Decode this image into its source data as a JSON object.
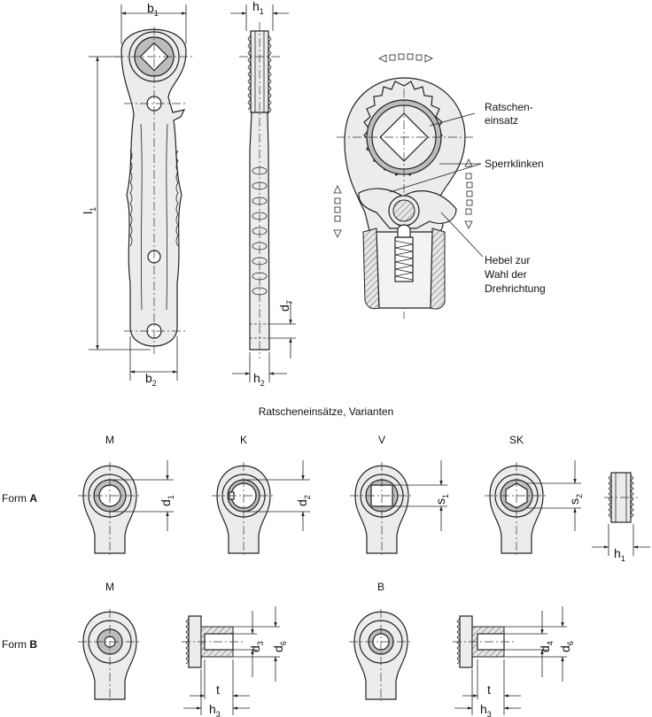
{
  "dimensions": {
    "b1": {
      "base": "b",
      "sub": "1"
    },
    "b2": {
      "base": "b",
      "sub": "2"
    },
    "h1": {
      "base": "h",
      "sub": "1"
    },
    "h2": {
      "base": "h",
      "sub": "2"
    },
    "h3": {
      "base": "h",
      "sub": "3"
    },
    "l1": {
      "base": "l",
      "sub": "1"
    },
    "d1": {
      "base": "d",
      "sub": "1"
    },
    "d2": {
      "base": "d",
      "sub": "2"
    },
    "d3": {
      "base": "d",
      "sub": "3"
    },
    "d4": {
      "base": "d",
      "sub": "4"
    },
    "d6": {
      "base": "d",
      "sub": "6"
    },
    "d7": {
      "base": "d",
      "sub": "7"
    },
    "s1": {
      "base": "s",
      "sub": "1"
    },
    "s2": {
      "base": "s",
      "sub": "2"
    },
    "t": {
      "base": "t",
      "sub": ""
    }
  },
  "callouts": {
    "ratchet_insert": [
      "Ratschen-",
      "einsatz"
    ],
    "pawls": "Sperrklinken",
    "lever": [
      "Hebel zur",
      "Wahl der",
      "Drehrichtung"
    ]
  },
  "variants_title": "Ratscheneinsätze, Varianten",
  "form_a": {
    "prefix": "Form ",
    "letter": "A"
  },
  "form_b": {
    "prefix": "Form ",
    "letter": "B"
  },
  "variants_a": [
    "M",
    "K",
    "V",
    "SK"
  ],
  "variants_b": [
    "M",
    "B"
  ]
}
